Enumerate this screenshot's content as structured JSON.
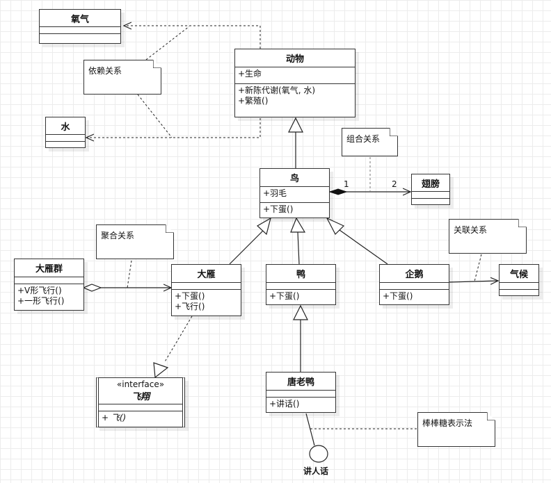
{
  "classes": {
    "oxygen": {
      "name": "氧气",
      "attrs": [],
      "ops": []
    },
    "water": {
      "name": "水",
      "attrs": [],
      "ops": []
    },
    "animal": {
      "name": "动物",
      "attrs": [
        "+生命"
      ],
      "ops": [
        "+新陈代谢(氧气, 水)",
        "+繁殖()"
      ]
    },
    "bird": {
      "name": "鸟",
      "attrs": [
        "+羽毛"
      ],
      "ops": [
        "+下蛋()"
      ]
    },
    "wing": {
      "name": "翅膀",
      "attrs": [],
      "ops": []
    },
    "goose_flock": {
      "name": "大雁群",
      "attrs": [],
      "ops": [
        "+V形飞行()",
        "+一形飞行()"
      ]
    },
    "goose": {
      "name": "大雁",
      "attrs": [],
      "ops": [
        "+下蛋()",
        "+飞行()"
      ]
    },
    "duck": {
      "name": "鸭",
      "attrs": [],
      "ops": [
        "+下蛋()"
      ]
    },
    "penguin": {
      "name": "企鹅",
      "attrs": [],
      "ops": [
        "+下蛋()"
      ]
    },
    "climate": {
      "name": "气候",
      "attrs": [],
      "ops": []
    },
    "donald": {
      "name": "唐老鸭",
      "attrs": [],
      "ops": [
        "+讲话()"
      ]
    },
    "fly_iface": {
      "stereotype": "«interface»",
      "name": "飞翔",
      "attrs": [],
      "ops": [
        "+ 飞()"
      ]
    }
  },
  "notes": {
    "dependency": "依赖关系",
    "composition": "组合关系",
    "aggregation": "聚合关系",
    "association": "关联关系",
    "lollipop": "棒棒糖表示法"
  },
  "multiplicity": {
    "bird_side": "1",
    "wing_side": "2"
  },
  "lollipop_interface": "讲人话"
}
